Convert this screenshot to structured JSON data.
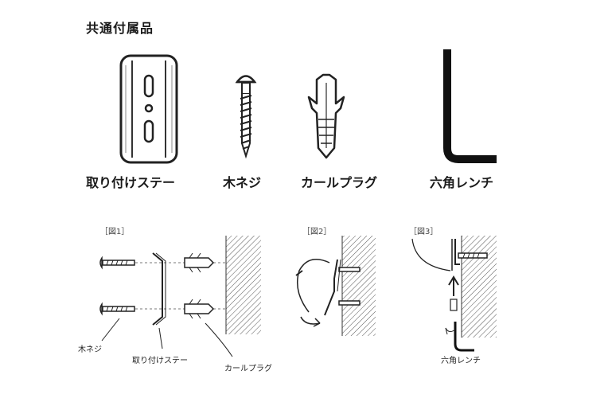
{
  "heading": "共通付属品",
  "parts": [
    {
      "label": "取り付けステー",
      "icon": "mounting-stay-icon"
    },
    {
      "label": "木ネジ",
      "icon": "wood-screw-icon"
    },
    {
      "label": "カールプラグ",
      "icon": "wall-plug-icon"
    },
    {
      "label": "六角レンチ",
      "icon": "hex-wrench-icon"
    }
  ],
  "figures": [
    {
      "tag": "［図1］",
      "callouts": [
        "木ネジ",
        "取り付けステー",
        "カールプラグ"
      ]
    },
    {
      "tag": "［図2］"
    },
    {
      "tag": "［図3］",
      "callouts": [
        "六角レンチ"
      ]
    }
  ]
}
